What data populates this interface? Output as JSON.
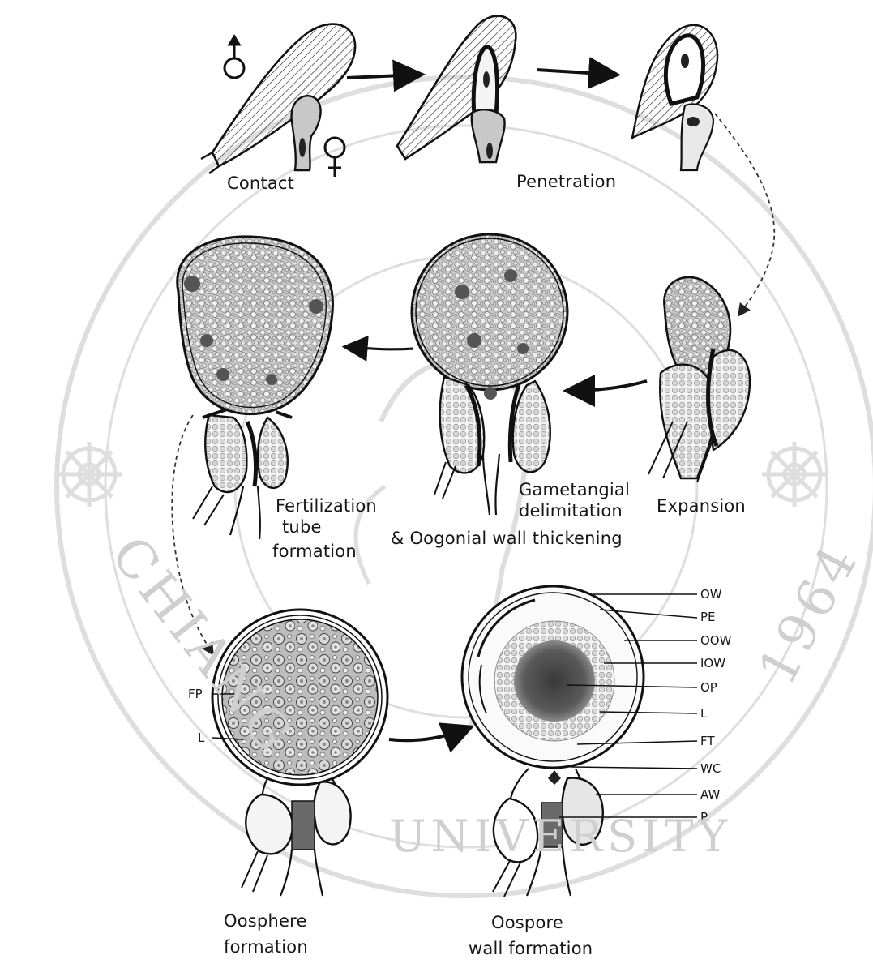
{
  "colors": {
    "ink": "#161616",
    "watermark": "#d6d6d6",
    "cytoplasm": "#bdbdbd",
    "nucleus": "#555555"
  },
  "stages": {
    "contact": "Contact",
    "penetration": "Penetration",
    "expansion": "Expansion",
    "gametangial": [
      "Gametangial",
      "delimitation",
      "& Oogonial wall thickening"
    ],
    "fertilization": [
      "Fertilization",
      "tube",
      "formation"
    ],
    "oosphere": [
      "Oosphere",
      "formation"
    ],
    "oospore": [
      "Oospore",
      "wall formation"
    ]
  },
  "symbols": {
    "male": "♂",
    "female": "♀"
  },
  "oosphere_labels": [
    "FP",
    "L"
  ],
  "oospore_labels": [
    "OW",
    "PE",
    "OOW",
    "IOW",
    "OP",
    "L",
    "FT",
    "WC",
    "AW",
    "P"
  ],
  "watermark": {
    "left": "CHIANG",
    "right": "1964",
    "bottom": "UNIVERSITY"
  }
}
